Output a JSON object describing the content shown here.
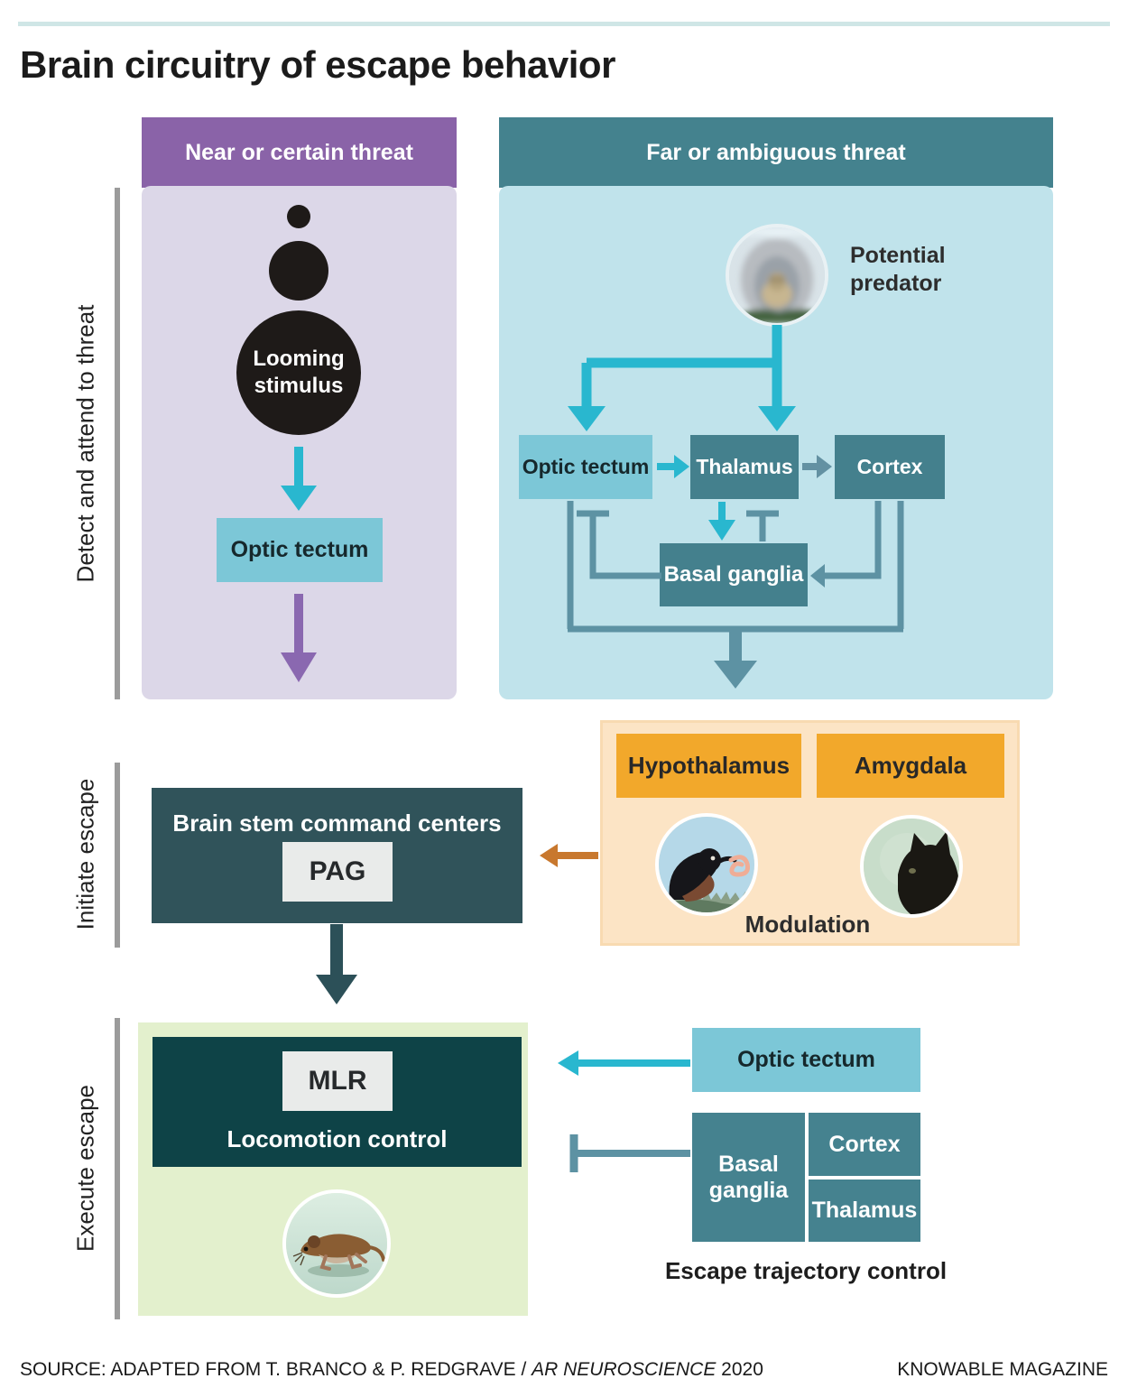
{
  "title": "Brain circuitry of escape behavior",
  "rails": {
    "detect": "Detect and attend to threat",
    "initiate": "Initiate escape",
    "execute": "Execute escape"
  },
  "near_panel": {
    "header": "Near or certain threat",
    "looming": "Looming stimulus",
    "optic_tectum": "Optic tectum"
  },
  "far_panel": {
    "header": "Far or ambiguous threat",
    "predator": "Potential predator",
    "optic_tectum": "Optic tectum",
    "thalamus": "Thalamus",
    "cortex": "Cortex",
    "basal_ganglia": "Basal ganglia"
  },
  "initiate_section": {
    "brainstem": "Brain stem command centers",
    "pag": "PAG",
    "hypothalamus": "Hypothalamus",
    "amygdala": "Amygdala",
    "modulation": "Modulation"
  },
  "execute_section": {
    "mlr": "MLR",
    "locomotion": "Locomotion control",
    "optic_tectum": "Optic tectum",
    "basal_ganglia": "Basal ganglia",
    "cortex": "Cortex",
    "thalamus": "Thalamus",
    "trajectory": "Escape trajectory control"
  },
  "footer": {
    "source_text": "SOURCE: ADAPTED FROM T. BRANCO & P. REDGRAVE / ",
    "source_italic": "AR NEUROSCIENCE",
    "source_year": " 2020",
    "credit": "KNOWABLE MAGAZINE"
  },
  "colors": {
    "purple_header": "#8a63a8",
    "purple_body": "#dcd7e8",
    "teal_header": "#44828e",
    "blue_body": "#c0e3eb",
    "light_node": "#7cc7d7",
    "dark_node": "#44808d",
    "cyan_arrow": "#29b7cf",
    "slate_arrow": "#5d92a3",
    "purple_arrow": "#8a68b0",
    "brainstem_box": "#30535a",
    "mlr_box": "#0e4347",
    "green_body": "#e3f0cd",
    "orange_panel": "#fce4c5",
    "orange_box": "#f2a82b",
    "orange_arrow": "#c8782e",
    "dark_arrow": "#2c5058"
  }
}
